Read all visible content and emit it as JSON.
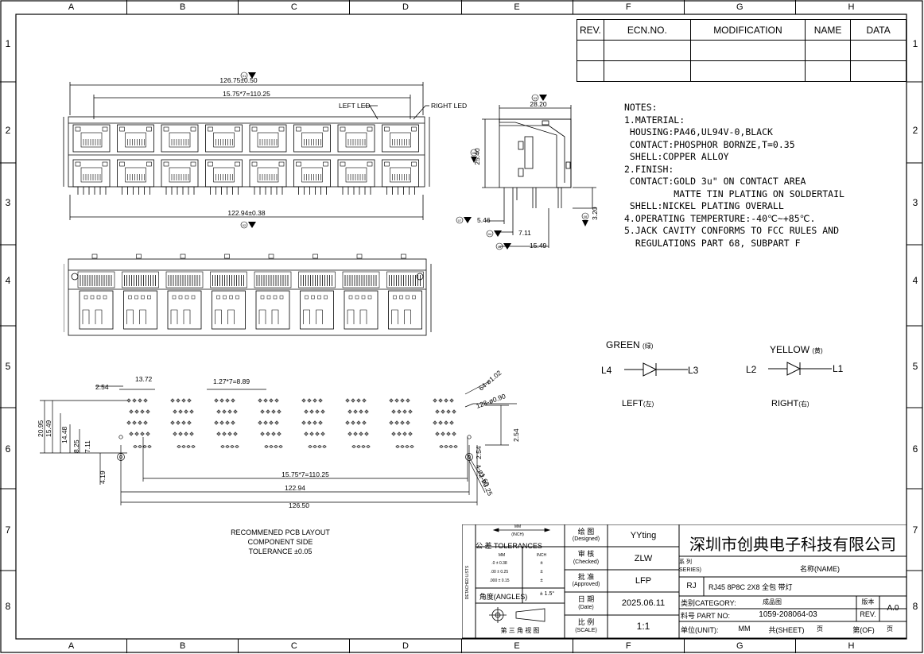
{
  "zones": {
    "columns": [
      "A",
      "B",
      "C",
      "D",
      "E",
      "F",
      "G",
      "H"
    ],
    "rows": [
      "1",
      "2",
      "3",
      "4",
      "5",
      "6",
      "7",
      "8"
    ]
  },
  "revision_table": {
    "headers": [
      "REV.",
      "ECN.NO.",
      "MODIFICATION",
      "NAME",
      "DATA"
    ]
  },
  "notes": {
    "title": "NOTES:",
    "lines": [
      "1.MATERIAL:",
      " HOUSING:PA46,UL94V-0,BLACK",
      " CONTACT:PHOSPHOR BORNZE,T=0.35",
      " SHELL:COPPER ALLOY",
      "2.FINISH:",
      " CONTACT:GOLD 3u\" ON CONTACT AREA",
      "         MATTE TIN PLATING ON SOLDERTAIL",
      " SHELL:NICKEL PLATING OVERALL",
      "4.OPERATING TEMPERTURE:-40℃~+85℃.",
      "5.JACK CAVITY CONFORMS TO FCC RULES AND",
      "  REGULATIONS PART 68, SUBPART F"
    ]
  },
  "front_view": {
    "dim_total": "126.75±0.50",
    "dim_pitch": "15.75*7=110.25",
    "dim_bottom": "122.94±0.38",
    "left_led": "LEFT LED",
    "right_led": "RIGHT LED",
    "tag1": "01",
    "tag2": "02"
  },
  "side_view": {
    "dim_width": "28.20",
    "dim_height": "25.40",
    "dim_a": "5.46",
    "dim_b": "7.11",
    "dim_c": "15.49",
    "dim_d": "3.20",
    "tags": [
      "03",
      "05",
      "07",
      "04",
      "06",
      "08"
    ]
  },
  "led": {
    "green": "GREEN",
    "green_cn": "(绿)",
    "yellow": "YELLOW",
    "yellow_cn": "(黄)",
    "l4": "L4",
    "l3": "L3",
    "l2": "L2",
    "l1": "L1",
    "left": "LEFT",
    "left_cn": "(左)",
    "right": "RIGHT",
    "right_cn": "(右)"
  },
  "pcb": {
    "d_254": "2.54",
    "d_1372": "13.72",
    "d_pitch": "1.27*7=8.89",
    "d_holes1": "64-ø1.02",
    "d_holes2": "128-ø0.90",
    "d_2095": "20.95",
    "d_1549": "15.49",
    "d_1448": "14.48",
    "d_825": "8.25",
    "d_711": "7.11",
    "d_419": "4.19",
    "d_254r": "2.54",
    "d_254r2": "2.54",
    "d_160": "4-ø1.60",
    "d_325": "2-ø3.25",
    "d_span": "15.75*7=110.25",
    "d_12294": "122.94",
    "d_12650": "126.50",
    "note": [
      "RECOMMENED PCB LAYOUT",
      "COMPONENT SIDE",
      "TOLERANCE ±0.05"
    ]
  },
  "title_block": {
    "unit_mm": "MM",
    "unit_inch": "(INCH)",
    "tolerances": "公 差  TOLERANCES",
    "tol_rows": [
      ".0 ±  0.38",
      ".00 ±  0.25",
      ".000 ±  0.15"
    ],
    "tol_col_mm": "MM",
    "tol_col_inch": "INCH",
    "tol_pm": "±",
    "angles": "角度(ANGLES)",
    "angles_val": "± 1.5°",
    "proj": "第 三 角 视 图",
    "detached": "DETACHED LISTS",
    "designed_cn": "绘  图",
    "designed": "(Designed)",
    "designed_by": "YYting",
    "checked_cn": "审  核",
    "checked": "(Checked)",
    "checked_by": "ZLW",
    "approved_cn": "批  准",
    "approved": "(Approved)",
    "approved_by": "LFP",
    "date_cn": "日  期",
    "date": "(Date)",
    "date_val": "2025.06.11",
    "scale_cn": "比  例",
    "scale": "(SCALE)",
    "scale_val": "1:1",
    "company": "深圳市创典电子科技有限公司",
    "series_cn": "系  列",
    "series": "SERIES)",
    "name_label": "名称(NAME)",
    "series_val": "RJ",
    "name_val": "RJ45 8P8C 2X8 全包 带灯",
    "category_label": "类别CATEGORY:",
    "category_val": "成品图",
    "version_cn": "版本",
    "rev_label": "REV.",
    "rev_val": "A.0",
    "part_label": "料号 PART NO:",
    "part_val": "1059-208064-03",
    "unit_label": "单位(UNIT):",
    "unit_val": "MM",
    "sheet_label": "共(SHEET)",
    "sheet_page": "页",
    "of_label": "第(OF)",
    "of_page": "页"
  }
}
